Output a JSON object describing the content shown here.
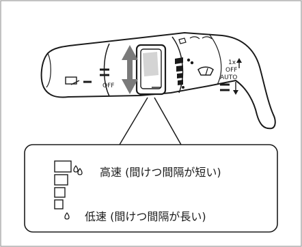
{
  "figure": {
    "type": "wiper control stalk diagram",
    "accent_color": "#7a7a7a",
    "line_color": "#1a1a1a",
    "icons": [
      "front-wiper-icon",
      "washer-icon",
      "rear-wiper-icon",
      "raindrop-icon",
      "up-arrow-icon",
      "down-arrow-icon",
      "double-arrow-icon"
    ]
  },
  "stalk": {
    "mode_1x": "1x",
    "mode_off_right": "OFF",
    "mode_auto": "AUTO",
    "mode_off_left": "OFF"
  },
  "callout": {
    "fast_label": "高速 (間けつ間隔が短い)",
    "slow_label": "低速 (間けつ間隔が長い)"
  }
}
